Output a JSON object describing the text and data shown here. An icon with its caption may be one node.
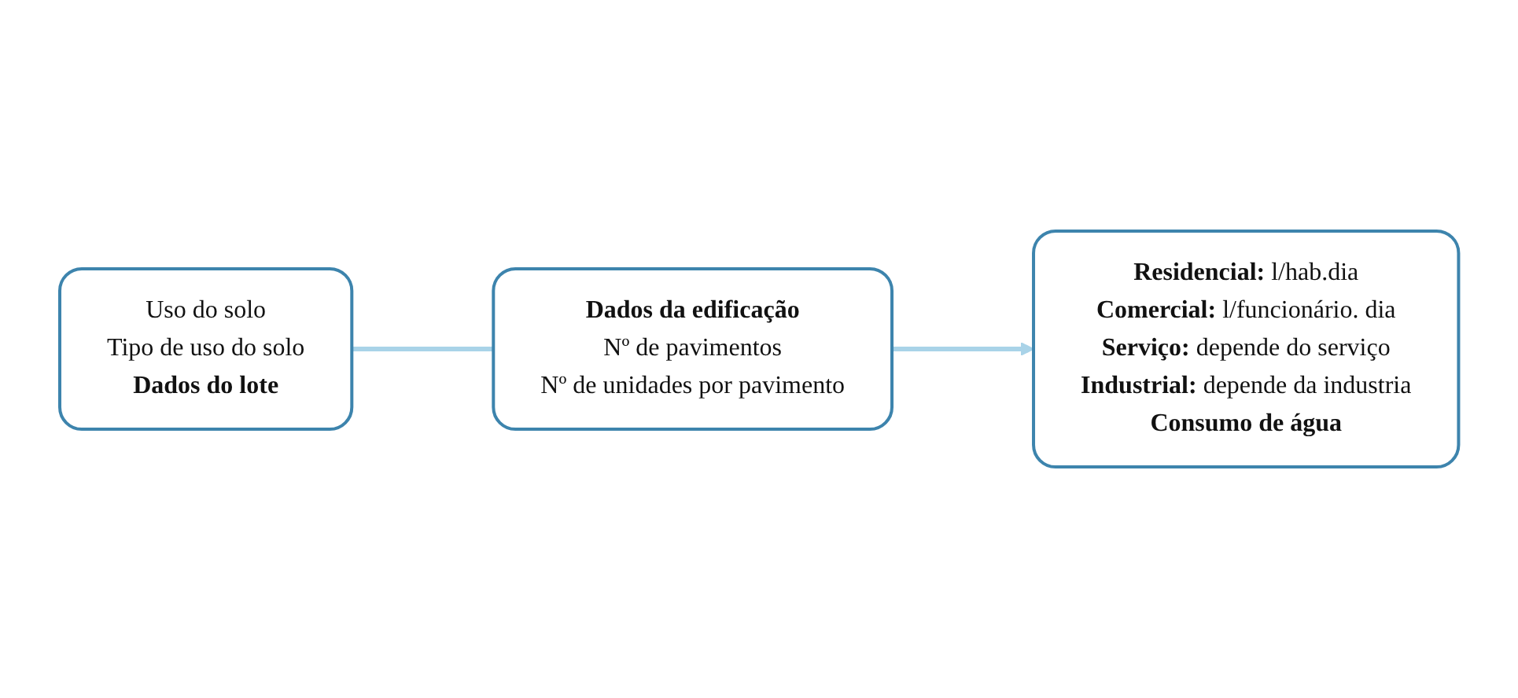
{
  "diagram": {
    "nodes": [
      {
        "text": [
          "Uso do solo",
          "Tipo de uso do solo",
          "Dados do lote"
        ]
      },
      {
        "text": [
          "Dados da edificação",
          "Nº de pavimentos",
          "Nº de unidades por pavimento"
        ]
      },
      {
        "text": [
          "**Residencial:** l/hab.dia",
          "**Comercial:** l/funcionário. dia",
          "**Serviço:** depende do serviço",
          "**Industrial:** depende da industria",
          "Consumo de água"
        ]
      }
    ],
    "edges": [
      {
        "from": 0,
        "to": 1,
        "arrow": "none"
      },
      {
        "from": 1,
        "to": 2,
        "arrow": "to"
      }
    ]
  }
}
